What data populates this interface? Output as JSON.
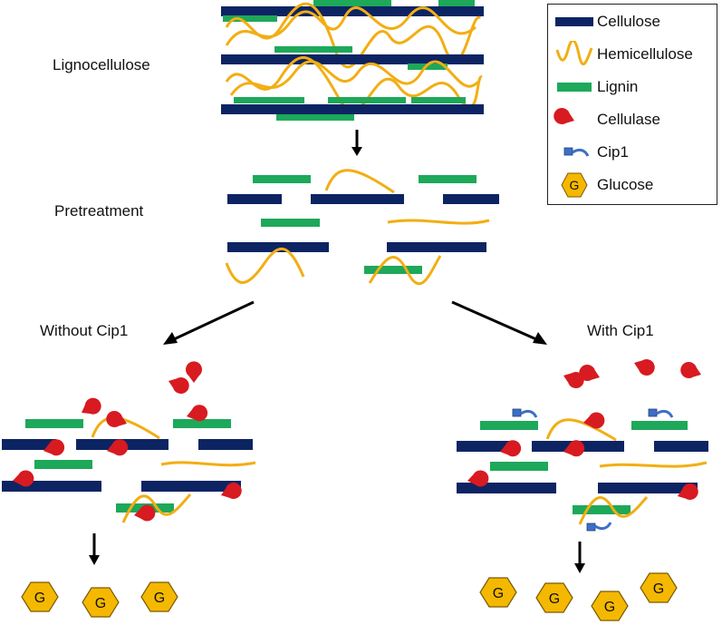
{
  "labels": {
    "lignocellulose": "Lignocellulose",
    "pretreatment": "Pretreatment",
    "without_cip1": "Without Cip1",
    "with_cip1": "With Cip1"
  },
  "legend": {
    "cellulose": "Cellulose",
    "hemicellulose": "Hemicellulose",
    "lignin": "Lignin",
    "cellulase": "Cellulase",
    "cip1": "Cip1",
    "glucose": "Glucose"
  },
  "glucose_symbol": "G",
  "colors": {
    "cellulose": "#0d2463",
    "hemicellulose": "#f2ae13",
    "lignin": "#1ea85a",
    "cellulase": "#d81a21",
    "cip1": "#3d6fc4",
    "glucose": "#f5b800",
    "arrow": "#000000"
  }
}
